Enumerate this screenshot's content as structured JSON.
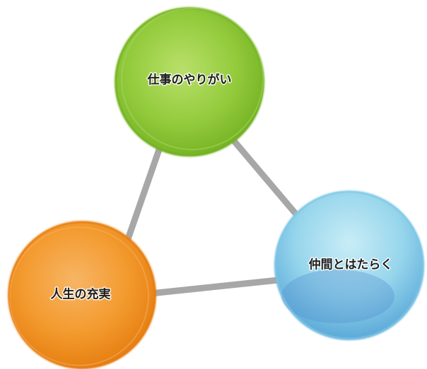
{
  "nodes": [
    {
      "id": "work",
      "label": "仕事のやりがい",
      "color": "#8cc63f",
      "edge_color": "#6fae23"
    },
    {
      "id": "colleagues",
      "label": "仲間とはたらく",
      "color": "#8fd3ea",
      "edge_color": "#3f86c4"
    },
    {
      "id": "life",
      "label": "人生の充実",
      "color": "#f39a2e",
      "edge_color": "#e47a10"
    }
  ],
  "connector_color": "#8a8a8a"
}
